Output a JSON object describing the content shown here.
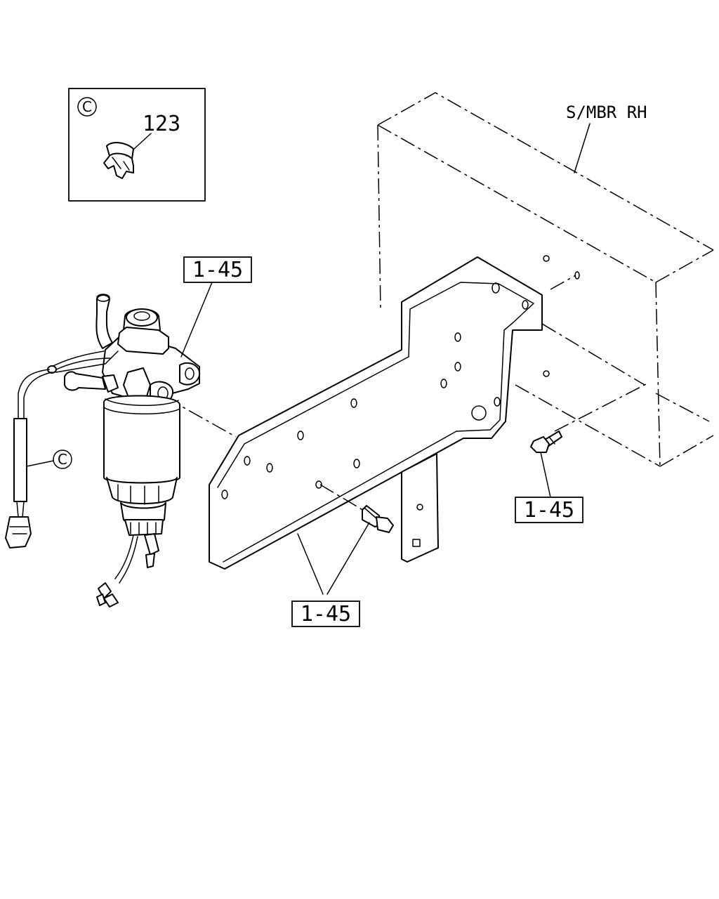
{
  "diagram": {
    "member_label": "S/MBR RH",
    "detail_view": {
      "letter": "C",
      "part_number": "123"
    },
    "wire_ref_letter": "C",
    "callouts": [
      {
        "text": "1-45",
        "refers_to": "fuel filter"
      },
      {
        "text": "1-45",
        "refers_to": "bracket bolt"
      },
      {
        "text": "1-45",
        "refers_to": "bracket and bolt"
      }
    ]
  }
}
